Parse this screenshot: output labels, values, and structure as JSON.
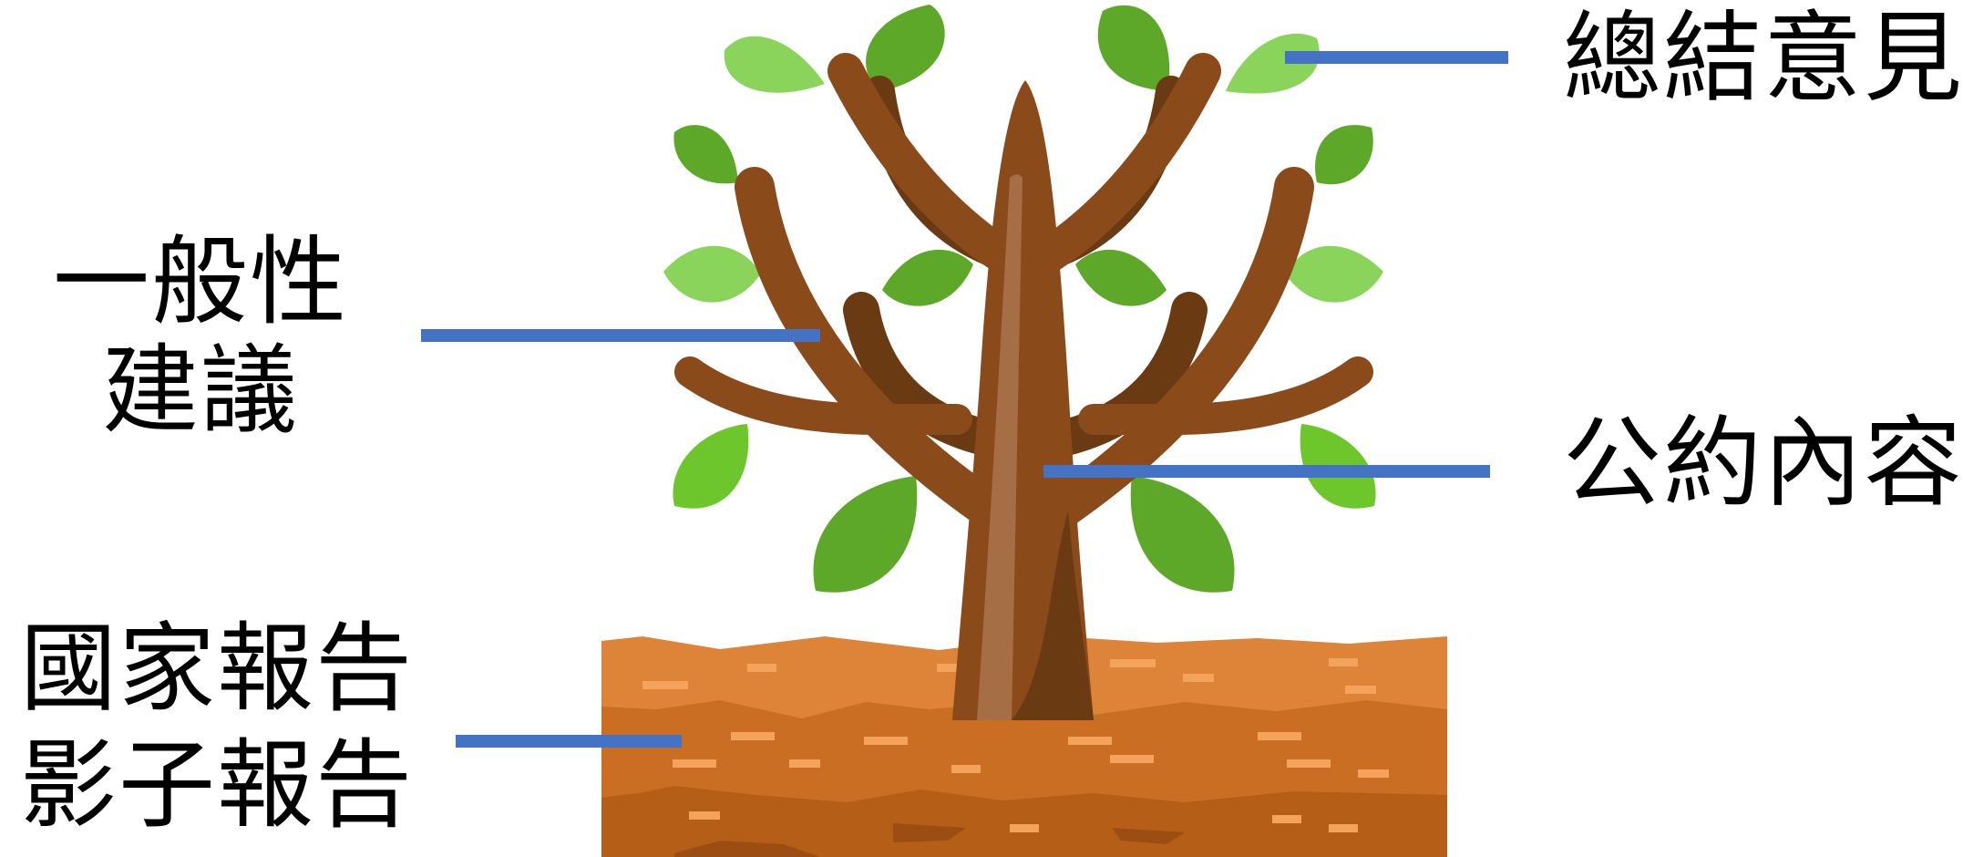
{
  "diagram": {
    "labels": {
      "summary": "總結意見",
      "general_line1": "一般性",
      "general_line2": "建議",
      "convention": "公約內容",
      "report_line1": "國家報告",
      "report_line2": "影子報告"
    },
    "colors": {
      "connector": "#4472C4",
      "trunk": "#8B4A1A",
      "trunk_shadow": "#6A3A13",
      "trunk_highlight": "#A66E45",
      "leaf_light": "#8BD45B",
      "leaf_mid": "#5DA828",
      "leaf_bright": "#6CC62C",
      "soil_top": "#DE8438",
      "soil_mid": "#C96E22",
      "soil_bottom": "#B45E18",
      "pebble": "#F4A35C"
    }
  }
}
